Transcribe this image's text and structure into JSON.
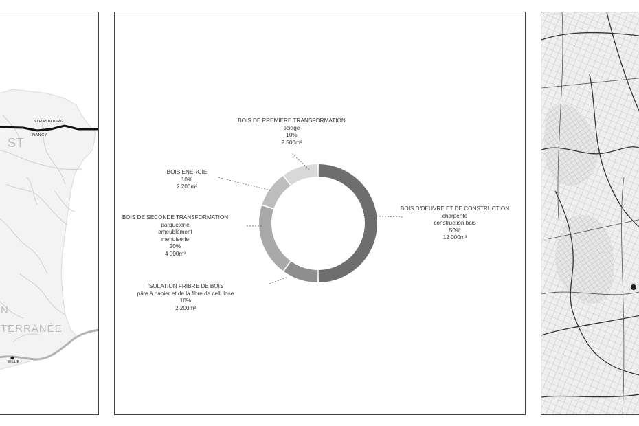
{
  "left_map": {
    "region_fragment": "ST",
    "sea_fragment_1": "N",
    "sea_fragment_2": "TERRANÉE",
    "city_1": "STRASBOURG",
    "city_2": "NANCY",
    "city_3": "EILLE"
  },
  "chart_data": {
    "type": "pie",
    "donut": true,
    "title": "",
    "colors": [
      "#6e6e6e",
      "#8e8e8e",
      "#a9a9a9",
      "#bdbdbd",
      "#d8d8d8"
    ],
    "slices": [
      {
        "name": "BOIS D'OEUVRE ET DE CONSTRUCTION",
        "details": [
          "charpente",
          "construction bois"
        ],
        "percent_label": "50%",
        "value": 50,
        "volume": "12 000m³",
        "color": "#6e6e6e"
      },
      {
        "name": "ISOLATION FRIBRE DE BOIS",
        "details": [
          "pâte à papier et de la fibre de cellulose"
        ],
        "percent_label": "10%",
        "value": 10,
        "volume": "2 200m³",
        "color": "#8e8e8e"
      },
      {
        "name": "BOIS DE SECONDE TRANSFORMATION",
        "details": [
          "parqueterie",
          "ameublement",
          "menuiserie"
        ],
        "percent_label": "20%",
        "value": 20,
        "volume": "4 000m³",
        "color": "#a9a9a9"
      },
      {
        "name": "BOIS ENERGIE",
        "details": [],
        "percent_label": "10%",
        "value": 10,
        "volume": "2 200m³",
        "color": "#bdbdbd"
      },
      {
        "name": "BOIS DE PREMIERE TRANSFORMATION",
        "details": [
          "sciage"
        ],
        "percent_label": "10%",
        "value": 10,
        "volume": "2 500m³",
        "color": "#d8d8d8"
      }
    ]
  }
}
